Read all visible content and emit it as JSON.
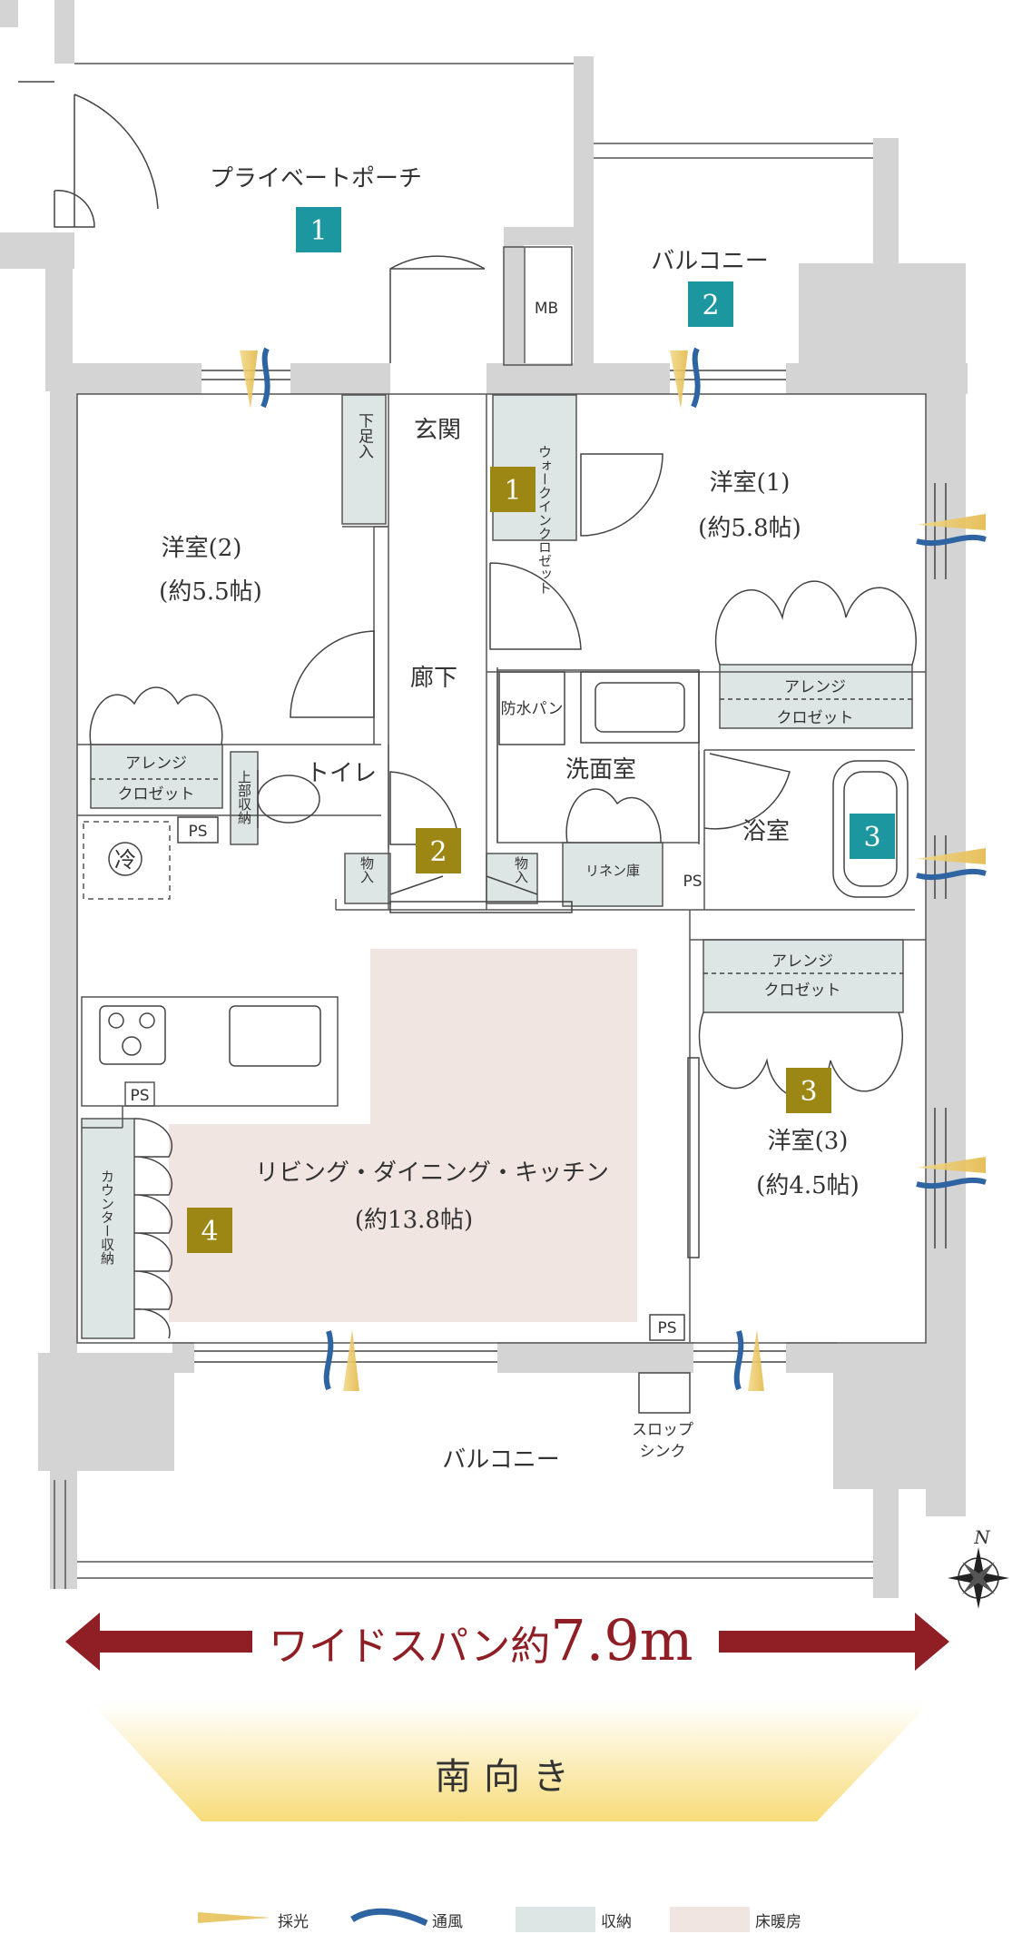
{
  "rooms": {
    "porch": "プライベートポーチ",
    "balcony_top": "バルコニー",
    "mb": "MB",
    "genkan": "玄関",
    "shoes": "下足入",
    "walkin": "ウォークインクロゼット",
    "yoshitsu1": "洋室(1)",
    "yoshitsu1_size": "(約5.8帖)",
    "yoshitsu2": "洋室(2)",
    "yoshitsu2_size": "(約5.5帖)",
    "yoshitsu3": "洋室(3)",
    "yoshitsu3_size": "(約4.5帖)",
    "corridor": "廊下",
    "arrange": "アレンジ",
    "closet": "クロゼット",
    "upper_storage": "上部収納",
    "toilet": "トイレ",
    "senmen": "洗面室",
    "bousui": "防水パン",
    "linen": "リネン庫",
    "bath": "浴室",
    "ps": "PS",
    "fridge": "冷",
    "monoire": "物入",
    "ldk": "リビング・ダイニング・キッチン",
    "ldk_size": "(約13.8帖)",
    "counter": "カウンター収納",
    "balcony_bottom": "バルコニー",
    "slop1": "スロップ",
    "slop2": "シンク",
    "north": "N"
  },
  "badges": {
    "b1_teal": "1",
    "b2_teal": "2",
    "b3_teal": "3",
    "b1_gold": "1",
    "b2_gold": "2",
    "b3_gold": "3",
    "b4_gold": "4"
  },
  "span": {
    "label": "ワイドスパン約",
    "value": "7.9m"
  },
  "orientation": "南向き",
  "legend": {
    "light": "採光",
    "wind": "通風",
    "storage": "収納",
    "floor_heat": "床暖房"
  },
  "colors": {
    "wall": "#d4d4d4",
    "storage": "#dde6e4",
    "floor_heat": "#f1e5e1",
    "teal_badge": "#1c97a0",
    "gold_badge": "#9c8714",
    "arrow": "#8f1e25",
    "light": "#e8c86a",
    "wind": "#2f64a3"
  }
}
